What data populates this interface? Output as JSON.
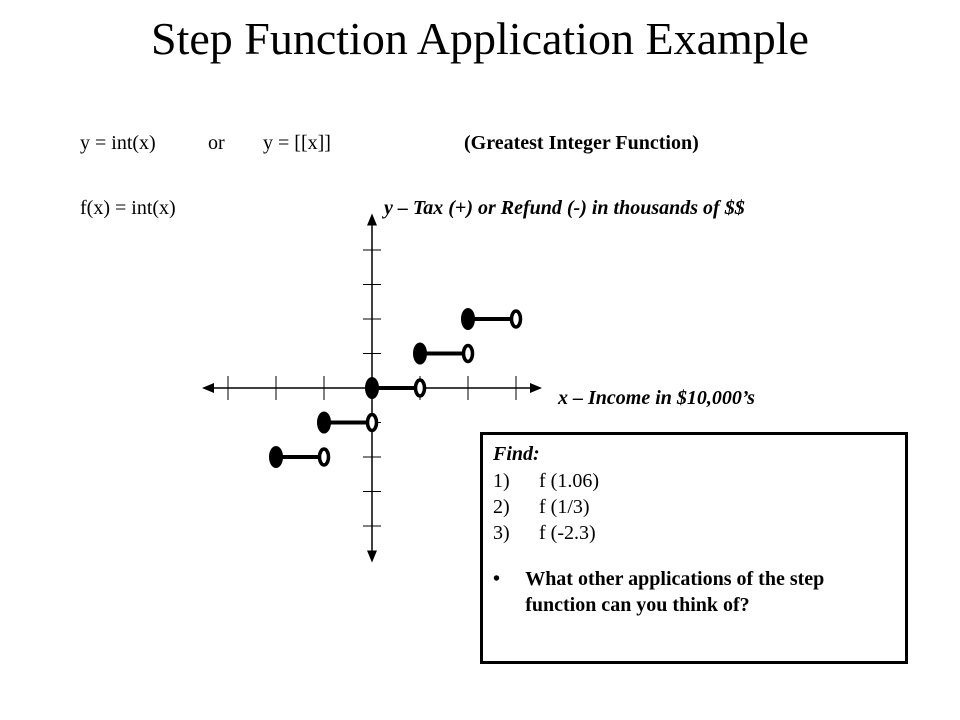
{
  "title": "Step Function Application Example",
  "equations": {
    "eq1": "y = int(x)",
    "or": "or",
    "eq2": "y = [[x]]",
    "name": "(Greatest Integer Function)",
    "fx": "f(x) = int(x)"
  },
  "chart_data": {
    "type": "line",
    "xlabel": "x – Income in $10,000’s",
    "ylabel": "y – Tax (+) or Refund (-) in thousands of $$",
    "function": "f(x) = int(x)",
    "xlim": [
      -3.5,
      3.5
    ],
    "ylim": [
      -5,
      5
    ],
    "grid": false,
    "segments": [
      {
        "x_start": -2,
        "x_end": -1,
        "y": -2,
        "start": "closed",
        "end": "open"
      },
      {
        "x_start": -1,
        "x_end": 0,
        "y": -1,
        "start": "closed",
        "end": "open"
      },
      {
        "x_start": 0,
        "x_end": 1,
        "y": 0,
        "start": "closed",
        "end": "open"
      },
      {
        "x_start": 1,
        "x_end": 2,
        "y": 1,
        "start": "closed",
        "end": "open"
      },
      {
        "x_start": 2,
        "x_end": 3,
        "y": 2,
        "start": "closed",
        "end": "open"
      }
    ]
  },
  "find_box": {
    "heading": "Find:",
    "items": [
      {
        "num": "1)",
        "text": "f (1.06)"
      },
      {
        "num": "2)",
        "text": "f (1/3)"
      },
      {
        "num": "3)",
        "text": "f (-2.3)"
      }
    ],
    "bullet": "•",
    "bullet_text": "What other applications of the step function can you think of?"
  }
}
